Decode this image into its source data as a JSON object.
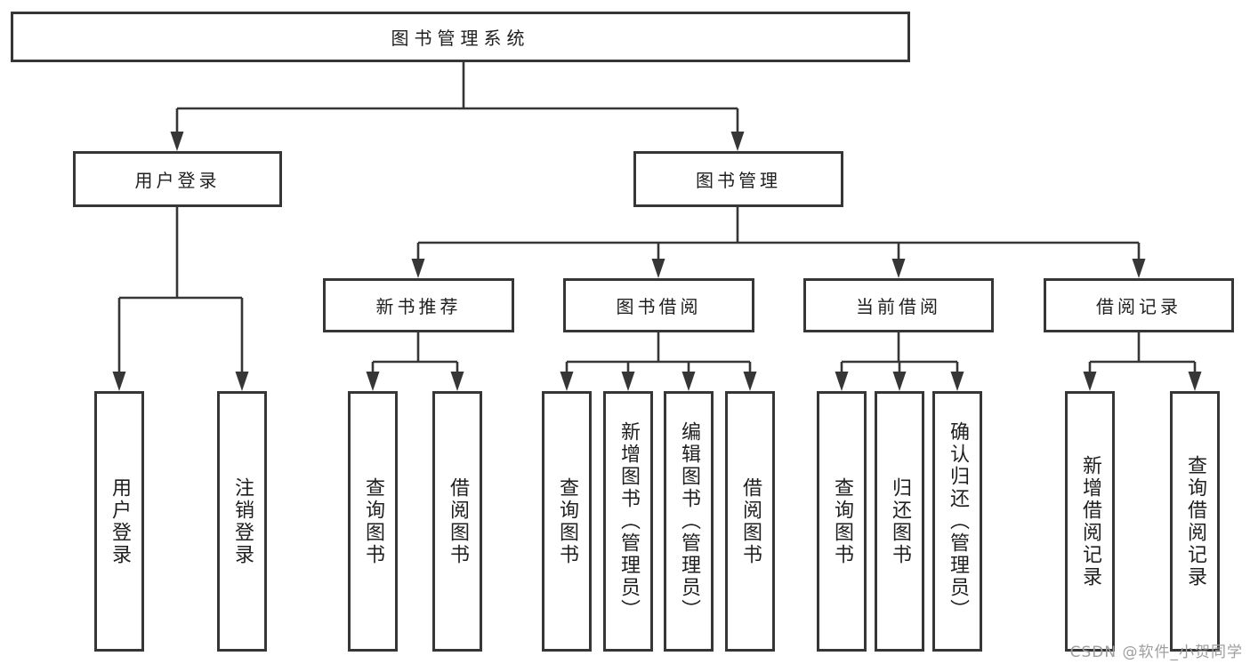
{
  "diagram": {
    "root": {
      "label": "图书管理系统"
    },
    "branches": [
      {
        "label": "用户登录",
        "children": [
          {
            "label": "用户登录"
          },
          {
            "label": "注销登录"
          }
        ]
      },
      {
        "label": "图书管理",
        "children": [
          {
            "label": "新书推荐",
            "children": [
              {
                "label": "查询图书"
              },
              {
                "label": "借阅图书"
              }
            ]
          },
          {
            "label": "图书借阅",
            "children": [
              {
                "label": "查询图书"
              },
              {
                "label": "新增图书（管理员）"
              },
              {
                "label": "编辑图书（管理员）"
              },
              {
                "label": "借阅图书"
              }
            ]
          },
          {
            "label": "当前借阅",
            "children": [
              {
                "label": "查询图书"
              },
              {
                "label": "归还图书"
              },
              {
                "label": "确认归还（管理员）"
              }
            ]
          },
          {
            "label": "借阅记录",
            "children": [
              {
                "label": "新增借阅记录"
              },
              {
                "label": "查询借阅记录"
              }
            ]
          }
        ]
      }
    ]
  },
  "watermark": {
    "text": "CSDN @软件_小贺同学"
  },
  "colors": {
    "line": "#363636",
    "node_text": "#1f1f1f",
    "background": "#ffffff",
    "watermark": "#9e9e9e"
  }
}
